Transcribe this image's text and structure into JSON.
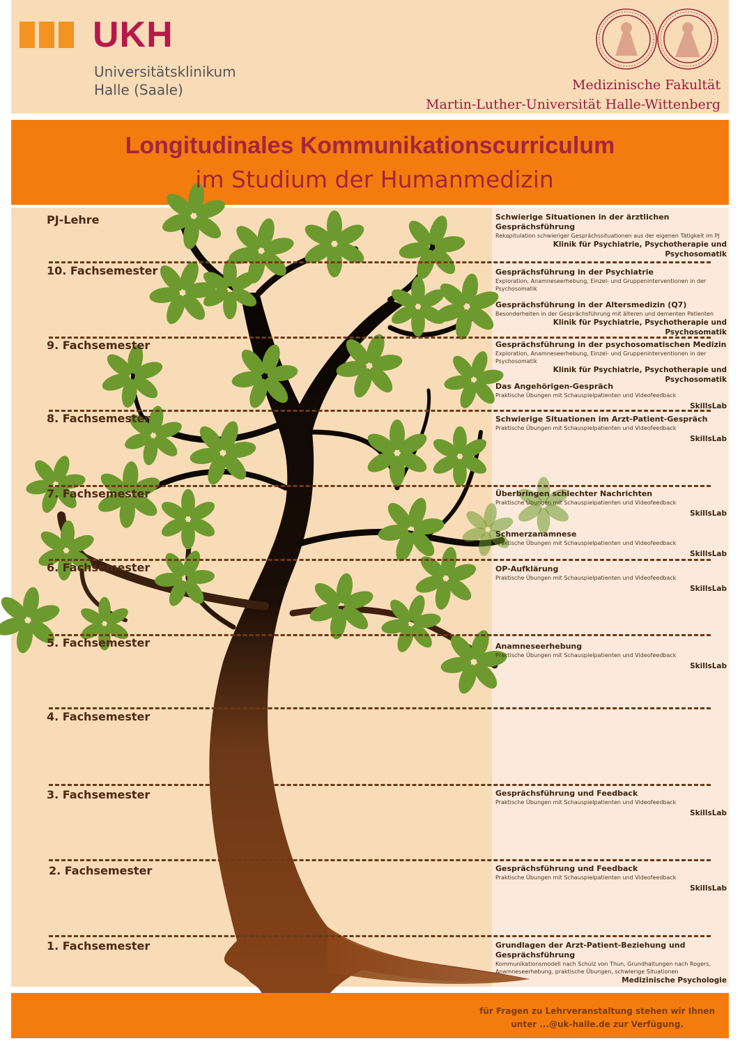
{
  "header": {
    "logo_word": "UKH",
    "logo_sub_line1": "Universitätsklinikum",
    "logo_sub_line2": "Halle (Saale)",
    "faculty_line1": "Medizinische Fakultät",
    "faculty_line2": "Martin-Luther-Universität Halle-Wittenberg",
    "brand_orange": "#f39322",
    "brand_red": "#b7184a"
  },
  "title": {
    "line1": "Longitudinales Kommunikationscurriculum",
    "line2": "im Studium der Humanmedizin"
  },
  "semesters": [
    "PJ-Lehre",
    "10. Fachsemester",
    "9. Fachsemester",
    "8. Fachsemester",
    "7. Fachsemester",
    "6. Fachsemester",
    "5. Fachsemester",
    "4. Fachsemester",
    "3. Fachsemester",
    "2. Fachsemester",
    "1. Fachsemester"
  ],
  "courses": [
    {
      "title": "Schwierige Situationen in der ärztlichen Gesprächsführung",
      "desc": "Rekapitulation schwieriger Gesprächssituationen aus der eigenen Tätigkeit im PJ",
      "org": "Klinik für Psychiatrie, Psychotherapie und Psychosomatik"
    },
    {
      "title": "Gesprächsführung in der Psychiatrie",
      "desc": "Exploration, Anamneseerhebung, Einzel- und Gruppeninterventionen in der Psychosomatik",
      "org": ""
    },
    {
      "title": "Gesprächsführung in der Altersmedizin (Q7)",
      "desc": "Besonderheiten in der Gesprächsführung mit älteren und dementen Patienten",
      "org": "Klinik für Psychiatrie, Psychotherapie und Psychosomatik"
    },
    {
      "title": "Gesprächsführung in der psychosomatischen Medizin",
      "desc": "Exploration, Anamneseerhebung, Einzel- und Gruppeninterventionen in der Psychosomatik",
      "org": "Klinik für Psychiatrie, Psychotherapie und Psychosomatik"
    },
    {
      "title": "Das Angehörigen-Gespräch",
      "desc": "Praktische Übungen mit Schauspielpatienten und Videofeedback",
      "org": "SkillsLab"
    },
    {
      "title": "Schwierige Situationen im Arzt-Patient-Gespräch",
      "desc": "Praktische Übungen mit Schauspielpatienten und Videofeedback",
      "org": "SkillsLab"
    },
    {
      "title": "Überbringen schlechter Nachrichten",
      "desc": "Praktische Übungen mit Schauspielpatienten und Videofeedback",
      "org": "SkillsLab"
    },
    {
      "title": "Schmerzanamnese",
      "desc": "Praktische Übungen mit Schauspielpatienten und Videofeedback",
      "org": "SkillsLab"
    },
    {
      "title": "OP-Aufklärung",
      "desc": "Praktische Übungen mit Schauspielpatienten und Videofeedback",
      "org": "SkillsLab"
    },
    {
      "title": "Anamneseerhebung",
      "desc": "Praktische Übungen mit Schauspielpatienten und Videofeedback",
      "org": "SkillsLab"
    },
    {
      "title": "Gesprächsführung und Feedback",
      "desc": "Praktische Übungen mit Schauspielpatienten und Videofeedback",
      "org": "SkillsLab"
    },
    {
      "title": "Gesprächsführung und Feedback",
      "desc": "Praktische Übungen mit Schauspielpatienten und Videofeedback",
      "org": "SkillsLab"
    },
    {
      "title": "Grundlagen der Arzt-Patient-Beziehung und Gesprächsführung",
      "desc": "Kommunikationsmodell nach Schulz von Thun, Grundhaltungen nach Rogers, Anamneseerhebung, praktische Übungen, schwierige Situationen",
      "org": "Medizinische Psychologie"
    }
  ],
  "footer": {
    "line1": "für Fragen zu Lehrveranstaltung stehen wir Ihnen",
    "line2": "unter  ...@uk-halle.de zur Verfügung."
  }
}
